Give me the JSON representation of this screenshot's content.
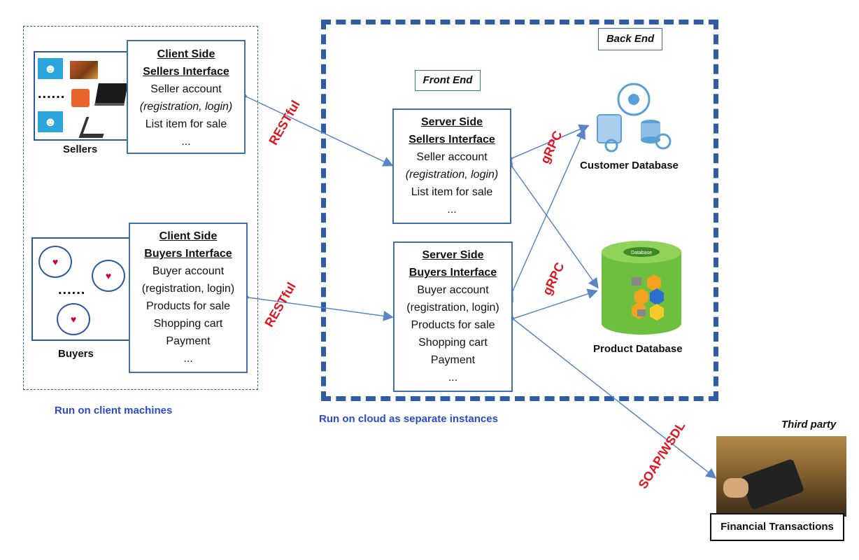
{
  "client_region": {
    "note": "Run on client machines",
    "sellers": {
      "caption": "Sellers",
      "dots": "......",
      "interface": {
        "title1": "Client Side",
        "title2": "Sellers Interface",
        "lines": [
          "Seller account",
          "(registration, login)",
          "List item for sale",
          "..."
        ]
      }
    },
    "buyers": {
      "caption": "Buyers",
      "dots": "......",
      "interface": {
        "title1": "Client Side",
        "title2": "Buyers Interface",
        "lines": [
          "Buyer account",
          "(registration, login)",
          "Products for sale",
          "Shopping cart",
          "Payment",
          "..."
        ]
      }
    }
  },
  "cloud_region": {
    "note": "Run on cloud as separate instances",
    "front_end_label": "Front End",
    "back_end_label": "Back End",
    "server_sellers": {
      "title1": "Server Side",
      "title2": "Sellers Interface",
      "lines": [
        "Seller account",
        "(registration, login)",
        "List item for sale",
        "..."
      ]
    },
    "server_buyers": {
      "title1": "Server Side",
      "title2": "Buyers Interface",
      "lines": [
        "Buyer account",
        "(registration, login)",
        "Products for sale",
        "Shopping cart",
        "Payment",
        "..."
      ]
    },
    "customer_db": {
      "caption": "Customer Database"
    },
    "product_db": {
      "caption": "Product Database",
      "cylinder_label": "Database"
    }
  },
  "protocols": {
    "restful_sellers": "RESTful",
    "restful_buyers": "RESTful",
    "grpc_customer": "gRPC",
    "grpc_product": "gRPC",
    "soap": "SOAP/WSDL"
  },
  "third_party": {
    "label": "Third party",
    "caption": "Financial Transactions"
  },
  "colors": {
    "arrow": "#5b86c6",
    "region_border": "#2e5da6",
    "protocol_text": "#e0141e",
    "note_text": "#2a4bd1"
  }
}
